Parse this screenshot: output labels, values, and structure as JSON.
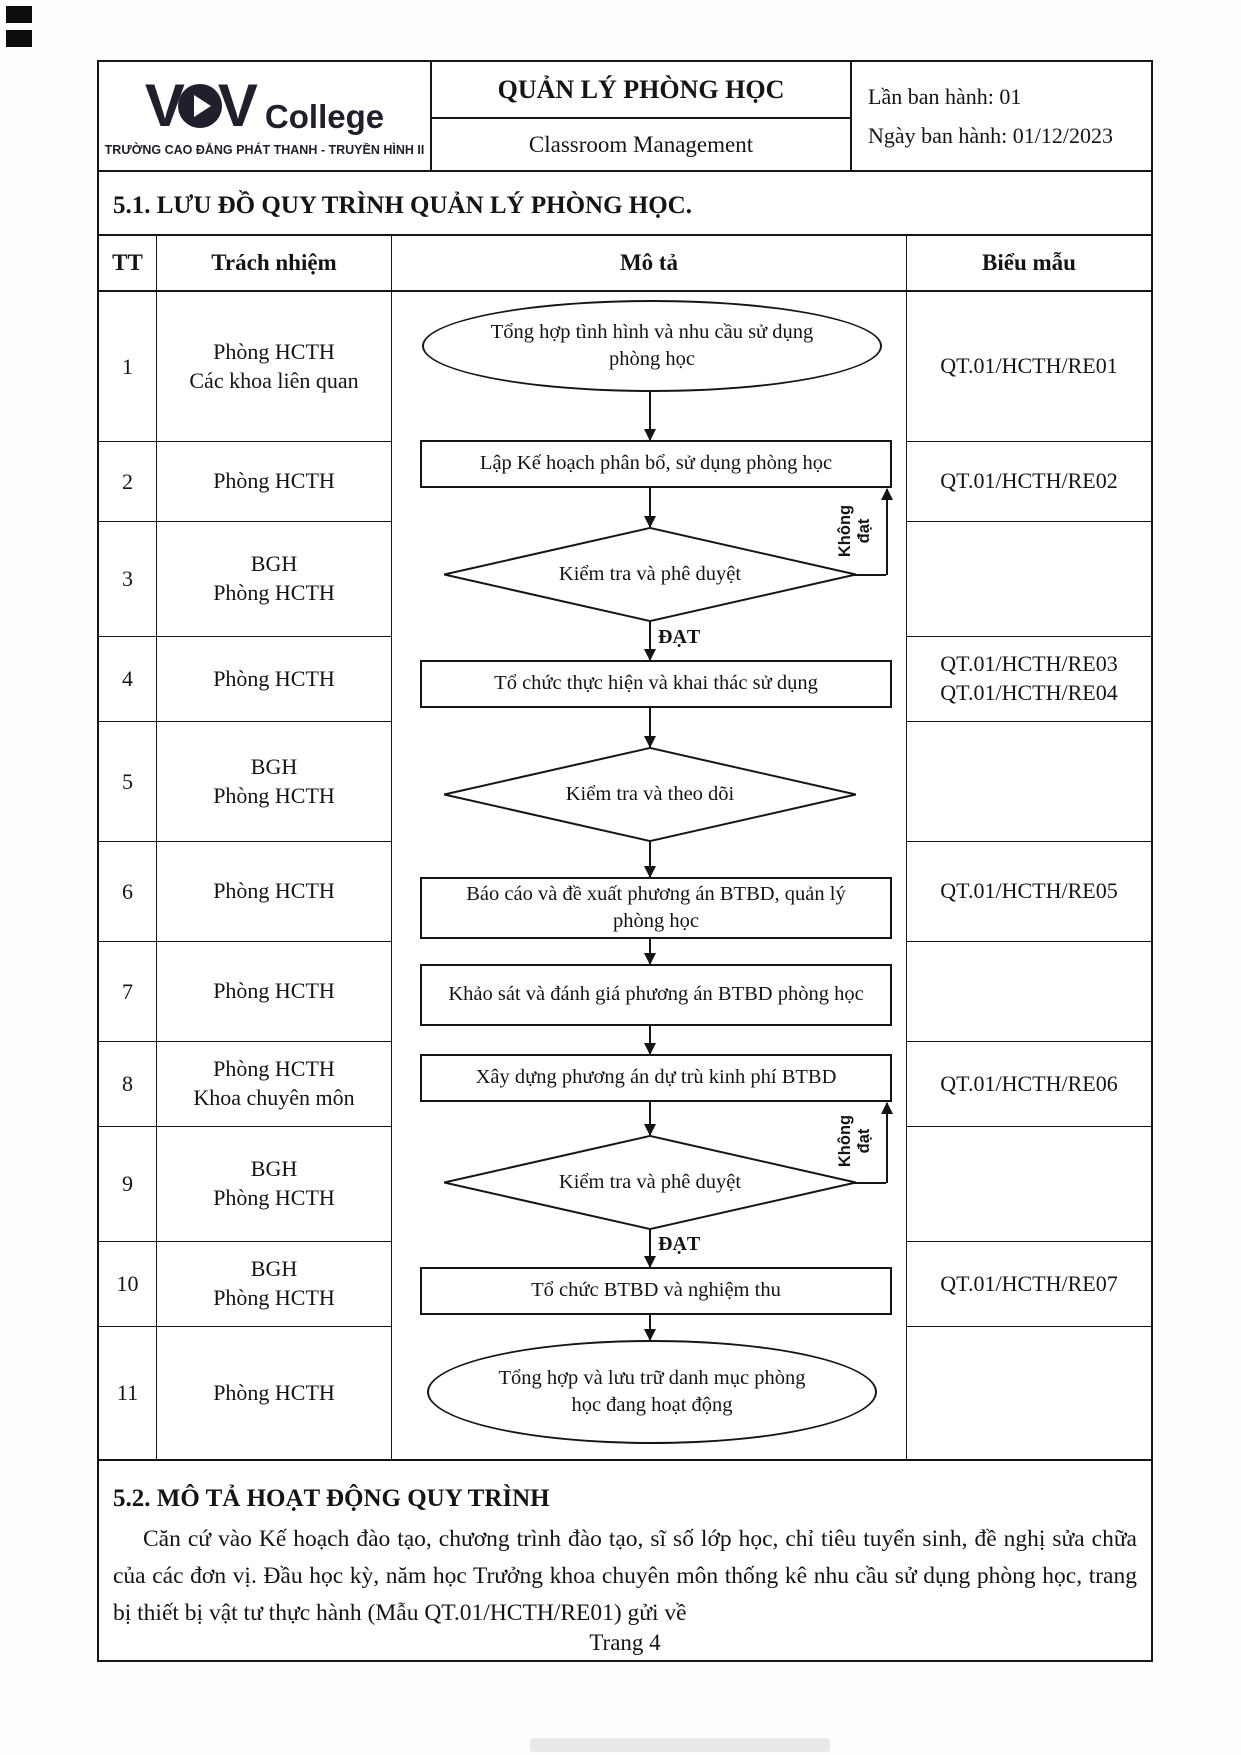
{
  "header": {
    "logo": {
      "v1": "V",
      "v2": "V",
      "college": "College",
      "subtitle": "TRƯỜNG CAO ĐẲNG PHÁT THANH - TRUYỀN HÌNH II"
    },
    "title_vi": "QUẢN LÝ PHÒNG HỌC",
    "title_en": "Classroom Management",
    "issue_no": "Lần ban hành: 01",
    "issue_date": "Ngày ban hành: 01/12/2023"
  },
  "section_51": {
    "title": "5.1. LƯU ĐỒ QUY TRÌNH QUẢN LÝ PHÒNG HỌC."
  },
  "table": {
    "headers": {
      "tt": "TT",
      "responsibility": "Trách nhiệm",
      "description": "Mô tả",
      "form": "Biểu mẫu"
    },
    "rows": [
      {
        "tt": "1",
        "responsibility": "Phòng HCTH\nCác khoa liên quan",
        "form": "QT.01/HCTH/RE01"
      },
      {
        "tt": "2",
        "responsibility": "Phòng HCTH",
        "form": "QT.01/HCTH/RE02"
      },
      {
        "tt": "3",
        "responsibility": "BGH\nPhòng HCTH",
        "form": ""
      },
      {
        "tt": "4",
        "responsibility": "Phòng HCTH",
        "form": "QT.01/HCTH/RE03\nQT.01/HCTH/RE04"
      },
      {
        "tt": "5",
        "responsibility": "BGH\nPhòng HCTH",
        "form": ""
      },
      {
        "tt": "6",
        "responsibility": "Phòng HCTH",
        "form": "QT.01/HCTH/RE05"
      },
      {
        "tt": "7",
        "responsibility": "Phòng HCTH",
        "form": ""
      },
      {
        "tt": "8",
        "responsibility": "Phòng HCTH\nKhoa chuyên môn",
        "form": "QT.01/HCTH/RE06"
      },
      {
        "tt": "9",
        "responsibility": "BGH\nPhòng HCTH",
        "form": ""
      },
      {
        "tt": "10",
        "responsibility": "BGH\nPhòng HCTH",
        "form": "QT.01/HCTH/RE07"
      },
      {
        "tt": "11",
        "responsibility": "Phòng HCTH",
        "form": ""
      }
    ]
  },
  "flow": {
    "steps": [
      {
        "shape": "ellipse",
        "text": "Tổng hợp tình hình và nhu cầu sử dụng phòng học"
      },
      {
        "shape": "rect",
        "text": "Lập Kế hoạch phân bổ, sử dụng phòng học"
      },
      {
        "shape": "diamond",
        "text": "Kiểm tra và phê duyệt"
      },
      {
        "shape": "rect",
        "text": "Tổ chức thực hiện và khai thác sử dụng"
      },
      {
        "shape": "diamond",
        "text": "Kiểm tra và theo dõi"
      },
      {
        "shape": "rect",
        "text": "Báo cáo và đề xuất phương án BTBD, quản lý phòng học"
      },
      {
        "shape": "rect",
        "text": "Khảo sát và đánh giá phương án BTBD phòng học"
      },
      {
        "shape": "rect",
        "text": "Xây dựng phương án dự trù kinh phí BTBD"
      },
      {
        "shape": "diamond",
        "text": "Kiểm tra và phê duyệt"
      },
      {
        "shape": "rect",
        "text": "Tổ chức BTBD và nghiệm thu"
      },
      {
        "shape": "ellipse",
        "text": "Tổng hợp và lưu trữ danh mục phòng học đang hoạt động"
      }
    ],
    "labels": {
      "pass": "ĐẠT",
      "fail": "Không đạt"
    }
  },
  "section_52": {
    "title": "5.2. MÔ TẢ HOẠT ĐỘNG QUY TRÌNH",
    "paragraph": "Căn cứ vào Kế hoạch đào tạo, chương trình đào tạo, sĩ số lớp học, chỉ tiêu tuyển sinh, đề nghị sửa chữa của các đơn vị. Đầu học kỳ, năm học Trưởng khoa chuyên môn thống kê nhu cầu sử dụng phòng học, trang bị thiết bị vật tư thực hành (Mẫu QT.01/HCTH/RE01) gửi về"
  },
  "page": {
    "footer": "Trang 4"
  },
  "colors": {
    "ink": "#161616",
    "paper": "#ffffff",
    "logo": "#20202c"
  }
}
